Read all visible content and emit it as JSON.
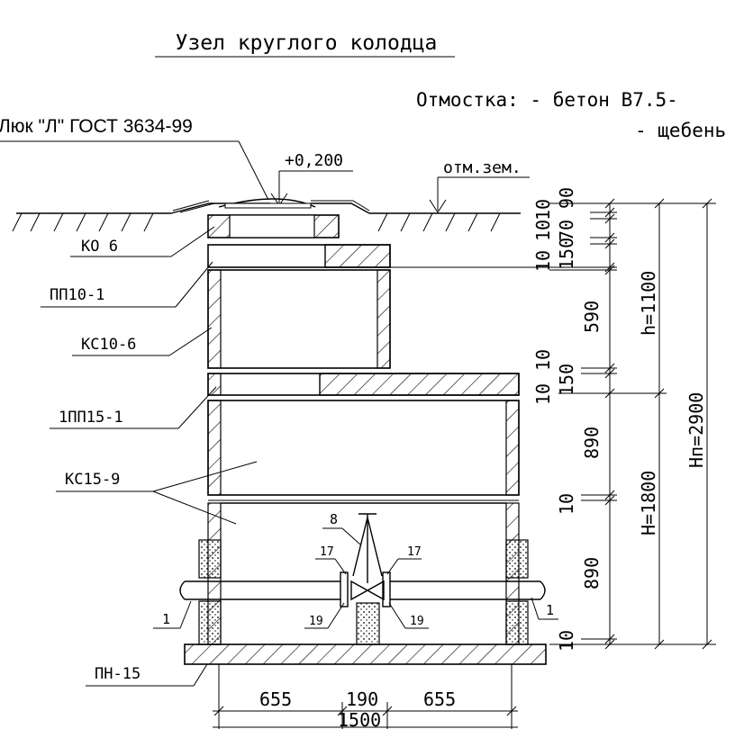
{
  "title": "Узел круглого колодца",
  "pavement": {
    "line1": "Отмостка: - бетон  В7.5-",
    "line2": "- щебень"
  },
  "hatch_label": "Люк \"Л\" ГОСТ 3634-99",
  "levels": {
    "top": "+0,200",
    "ground": "отм.зем."
  },
  "parts": {
    "ko6": "КО 6",
    "pp10": "ПП10-1",
    "ks10": "КС10-6",
    "pp15": "1ПП15-1",
    "ks15": "КС15-9",
    "pn15": "ПН-15",
    "n1_left": "1",
    "n1_right": "1",
    "n8": "8",
    "n17_left": "17",
    "n17_right": "17",
    "n19_left": "19",
    "n19_right": "19"
  },
  "dims_vertical": {
    "d90": "90",
    "d10a": "10",
    "d10b": "10",
    "d70": "70",
    "d150a": "150",
    "d10c": "10",
    "d590": "590",
    "d10d": "10",
    "d10e": "10",
    "d150b": "150",
    "d890a": "890",
    "d10f": "10",
    "d890b": "890",
    "d10g": "10",
    "h_small": "h=1100",
    "h_big": "H=1800",
    "h_total": "Нп=2900"
  },
  "dims_horizontal": {
    "left": "655",
    "mid": "190",
    "right": "655",
    "total": "1500"
  }
}
